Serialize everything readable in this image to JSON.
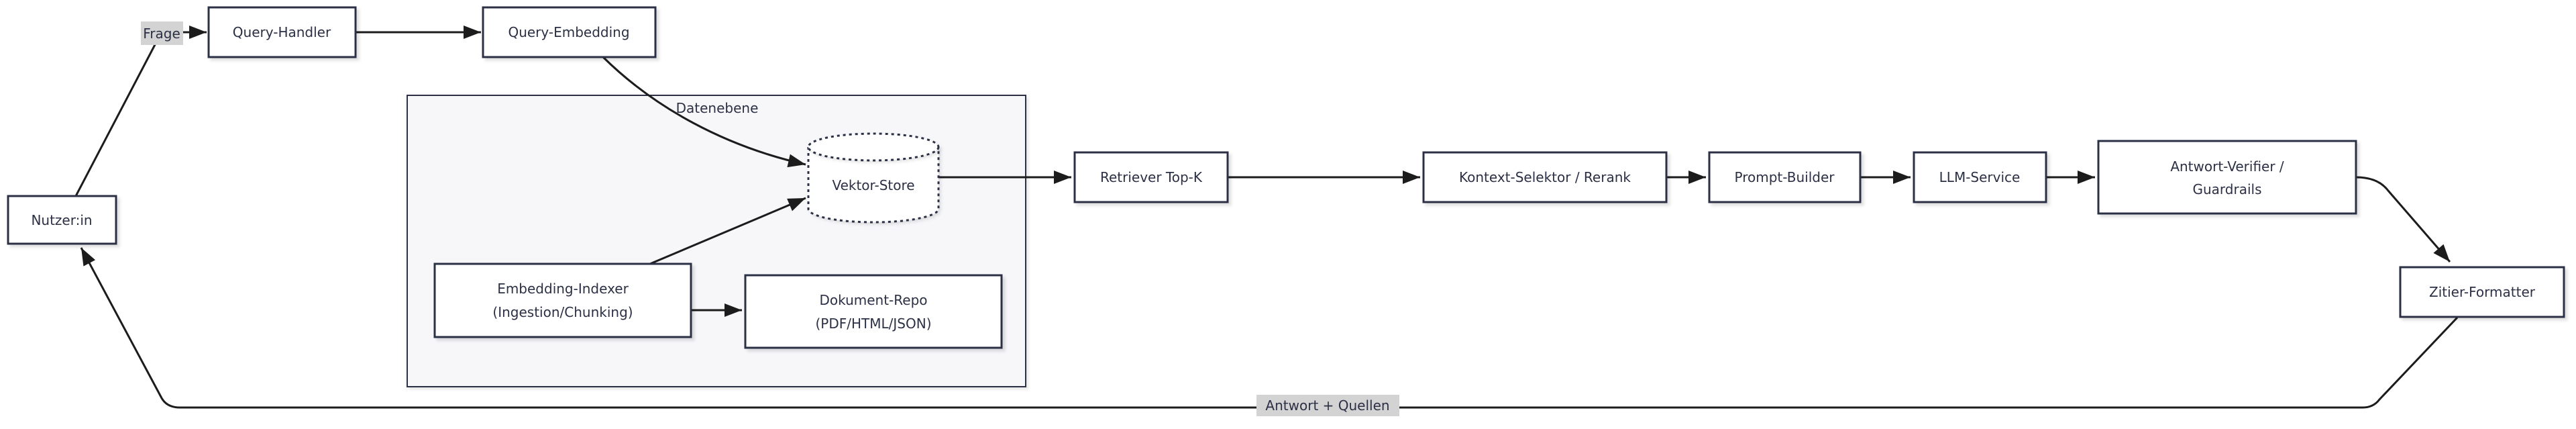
{
  "diagram": {
    "type": "flowchart",
    "direction": "left-to-right",
    "subgraph": {
      "label": "Datenebene"
    },
    "nodes": {
      "nutzer": {
        "label": "Nutzer:in",
        "shape": "rect"
      },
      "query_handler": {
        "label": "Query-Handler",
        "shape": "rect"
      },
      "query_embedding": {
        "label": "Query-Embedding",
        "shape": "rect"
      },
      "vektor_store": {
        "label": "Vektor-Store",
        "shape": "cylinder-dashed"
      },
      "embedding_indexer": {
        "line1": "Embedding-Indexer",
        "line2": "(Ingestion/Chunking)",
        "shape": "rect"
      },
      "dokument_repo": {
        "line1": "Dokument-Repo",
        "line2": "(PDF/HTML/JSON)",
        "shape": "rect"
      },
      "retriever": {
        "label": "Retriever Top-K",
        "shape": "rect"
      },
      "kontext_selektor": {
        "label": "Kontext-Selektor / Rerank",
        "shape": "rect"
      },
      "prompt_builder": {
        "label": "Prompt-Builder",
        "shape": "rect"
      },
      "llm_service": {
        "label": "LLM-Service",
        "shape": "rect"
      },
      "antwort_verifier": {
        "line1": "Antwort-Verifier /",
        "line2": "Guardrails",
        "shape": "rect"
      },
      "zitier_formatter": {
        "label": "Zitier-Formatter",
        "shape": "rect"
      }
    },
    "edge_labels": {
      "frage": "Frage",
      "antwort_quellen": "Antwort + Quellen"
    },
    "edges": [
      {
        "from": "Nutzer:in",
        "to": "Query-Handler",
        "label": "Frage"
      },
      {
        "from": "Query-Handler",
        "to": "Query-Embedding",
        "label": ""
      },
      {
        "from": "Query-Embedding",
        "to": "Vektor-Store",
        "label": ""
      },
      {
        "from": "Embedding-Indexer (Ingestion/Chunking)",
        "to": "Vektor-Store",
        "label": ""
      },
      {
        "from": "Embedding-Indexer (Ingestion/Chunking)",
        "to": "Dokument-Repo (PDF/HTML/JSON)",
        "label": ""
      },
      {
        "from": "Vektor-Store",
        "to": "Retriever Top-K",
        "label": ""
      },
      {
        "from": "Retriever Top-K",
        "to": "Kontext-Selektor / Rerank",
        "label": ""
      },
      {
        "from": "Kontext-Selektor / Rerank",
        "to": "Prompt-Builder",
        "label": ""
      },
      {
        "from": "Prompt-Builder",
        "to": "LLM-Service",
        "label": ""
      },
      {
        "from": "LLM-Service",
        "to": "Antwort-Verifier / Guardrails",
        "label": ""
      },
      {
        "from": "Antwort-Verifier / Guardrails",
        "to": "Zitier-Formatter",
        "label": ""
      },
      {
        "from": "Zitier-Formatter",
        "to": "Nutzer:in",
        "label": "Antwort + Quellen"
      }
    ],
    "colors": {
      "node_fill": "#ffffff",
      "node_border": "#2b3045",
      "text": "#2b3045",
      "edge": "#1c1c1c",
      "edge_label_bg": "#d3d3d3",
      "cluster_fill": "#f7f7fa",
      "cluster_border": "#2b3045",
      "canvas_bg": "#ffffff"
    }
  }
}
